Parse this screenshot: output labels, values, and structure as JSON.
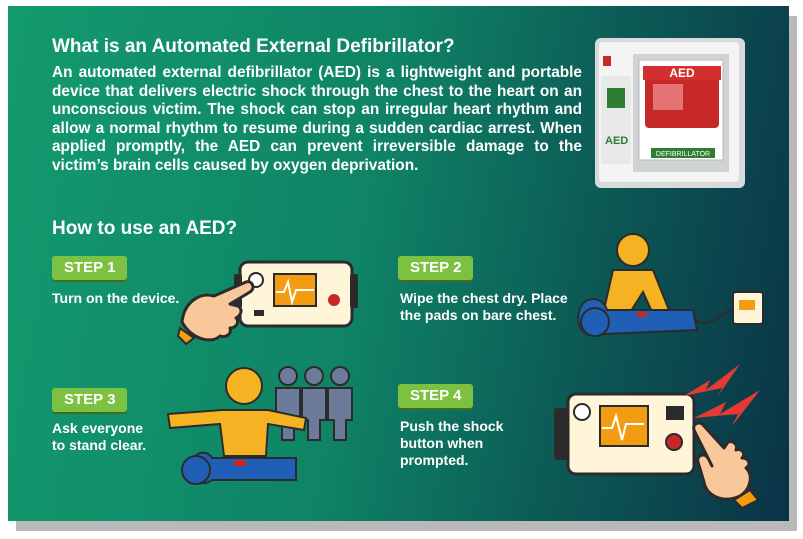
{
  "heading": "What is an Automated External Defibrillator?",
  "intro": "An automated external defibrillator (AED) is a lightweight and portable device that delivers electric shock through the chest to the heart on an unconscious victim. The shock can stop an irregular heart rhythm and allow a normal rhythm to resume during a sudden cardiac arrest. When applied promptly, the AED can prevent irreversible damage to the victim’s brain cells caused by oxygen deprivation.",
  "howto_heading": "How to use an AED?",
  "cabinet": {
    "sign": "AED",
    "label": "DEFIBRILLATOR",
    "side": "AED"
  },
  "steps": [
    {
      "badge": "STEP 1",
      "text": "Turn on the device."
    },
    {
      "badge": "STEP 2",
      "text": "Wipe the chest dry. Place the pads on bare chest."
    },
    {
      "badge": "STEP 3",
      "text": "Ask everyone to stand clear."
    },
    {
      "badge": "STEP 4",
      "text": "Push the shock button when prompted."
    }
  ],
  "colors": {
    "background_left": "#139a6e",
    "background_right": "#0a3347",
    "badge": "#7cc142",
    "aed_orange": "#f39c12",
    "person_blue": "#1f5fb5",
    "person_yellow": "#f5b323",
    "bystander": "#6c7b9a"
  },
  "icons": [
    "aed-cabinet",
    "aed-device",
    "pointing-hand",
    "rescuer",
    "victim",
    "bystanders",
    "lightning-bolt"
  ]
}
